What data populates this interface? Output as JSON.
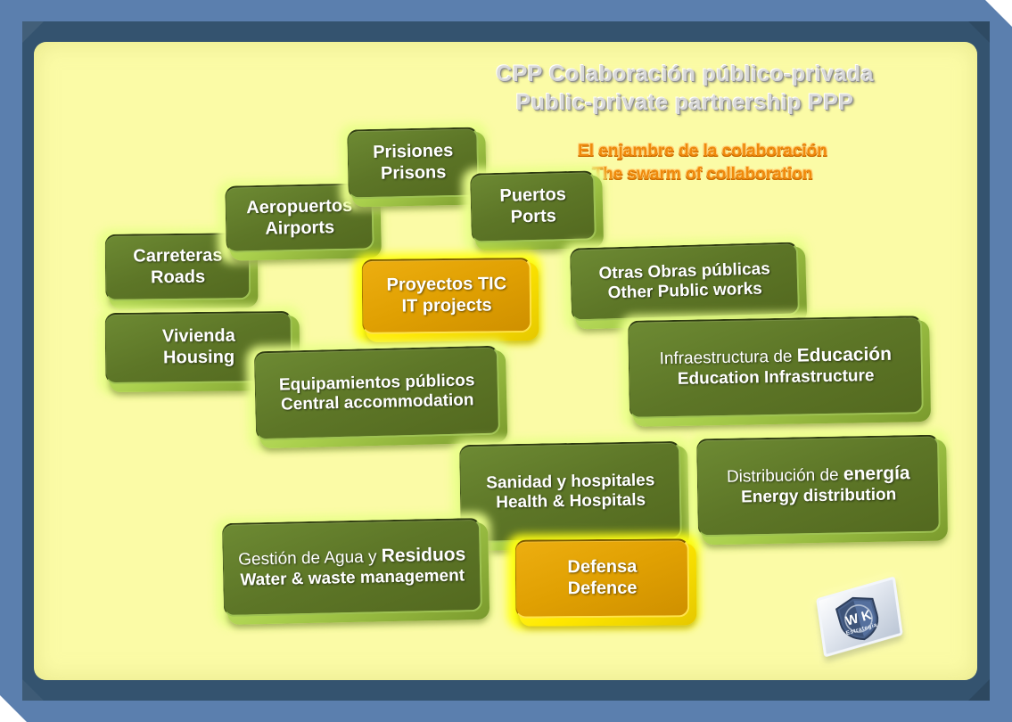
{
  "header": {
    "title_es": "CPP Colaboración público-privada",
    "title_en": "Public-private partnership PPP",
    "subtitle_es": "El enjambre de la colaboración",
    "subtitle_en": "The swarm of collaboration",
    "title_color": "#d8d8d8",
    "subtitle_color": "#ef8a0c"
  },
  "theme": {
    "frame_outer": "#5b7fae",
    "frame_inner": "#34536f",
    "canvas": "#fbfba6",
    "node_green": "#5d7627",
    "node_green_glow": "#eaff8a",
    "node_orange": "#e0a002",
    "node_orange_glow": "#ffff12",
    "node_text": "#ffffff"
  },
  "nodes": [
    {
      "id": "roads",
      "es": "Carreteras",
      "en": "Roads",
      "color": "green"
    },
    {
      "id": "airports",
      "es": "Aeropuertos",
      "en": "Airports",
      "color": "green"
    },
    {
      "id": "prisons",
      "es": "Prisiones",
      "en": "Prisons",
      "color": "green"
    },
    {
      "id": "ports",
      "es": "Puertos",
      "en": "Ports",
      "color": "green"
    },
    {
      "id": "it",
      "es": "Proyectos TIC",
      "en": "IT projects",
      "color": "orange"
    },
    {
      "id": "otherworks",
      "es": "Otras Obras públicas",
      "en": "Other Public works",
      "color": "green"
    },
    {
      "id": "housing",
      "es": "Vivienda",
      "en": "Housing",
      "color": "green"
    },
    {
      "id": "education",
      "es_pre": "Infraestructura de ",
      "es_strong": "Educación",
      "en": "Education Infrastructure",
      "color": "green"
    },
    {
      "id": "central",
      "es": "Equipamientos públicos",
      "en": "Central accommodation",
      "color": "green"
    },
    {
      "id": "health",
      "es": "Sanidad y hospitales",
      "en": "Health & Hospitals",
      "color": "green"
    },
    {
      "id": "energy",
      "es_pre": "Distribución de ",
      "es_strong": "energía",
      "en": "Energy distribution",
      "color": "green"
    },
    {
      "id": "water",
      "es_pre": "Gestión de Agua y ",
      "es_strong": "Residuos",
      "en": "Water & waste management",
      "color": "green"
    },
    {
      "id": "defence",
      "es": "Defensa",
      "en": "Defence",
      "color": "orange"
    }
  ],
  "logo": {
    "initials": "W K",
    "tagline": "Estrategia"
  }
}
